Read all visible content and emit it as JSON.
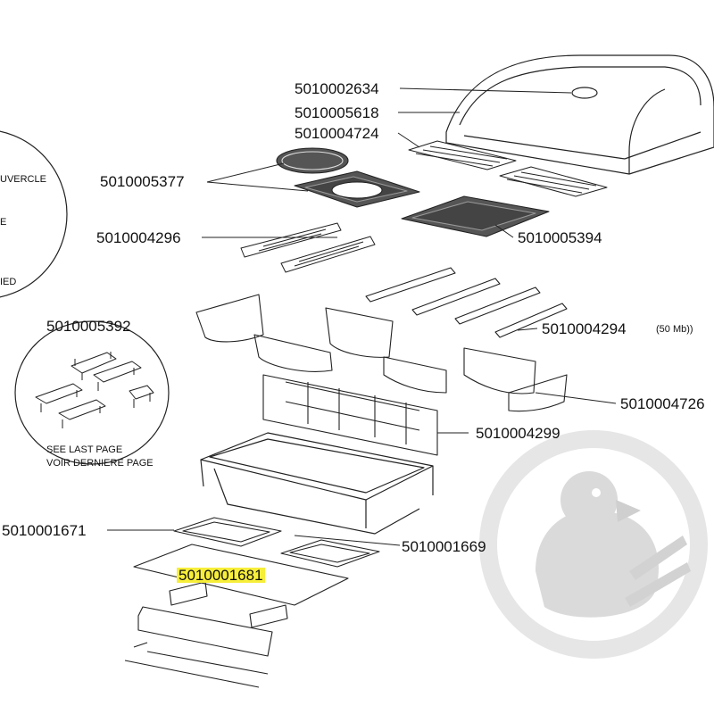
{
  "parts": {
    "p2634": "5010002634",
    "p5618": "5010005618",
    "p4724": "5010004724",
    "p5377": "5010005377",
    "p4296": "5010004296",
    "p5394": "5010005394",
    "p5392": "5010005392",
    "p4294": "5010004294",
    "p4294_note": "(50 Mb))",
    "p4726": "5010004726",
    "p4299": "5010004299",
    "p1671": "5010001671",
    "p1669": "5010001669",
    "p1681": "5010001681"
  },
  "notes": {
    "see_last_page": "SEE LAST PAGE",
    "voir_derniere_page": "VOIR DERNIERE PAGE"
  },
  "cropped_text": {
    "line1": "UVERCLE",
    "line2": "E",
    "line3": "IED"
  },
  "colors": {
    "highlight": "#f7ee3a",
    "watermark": "#e4e4e4",
    "stroke": "#222222"
  }
}
